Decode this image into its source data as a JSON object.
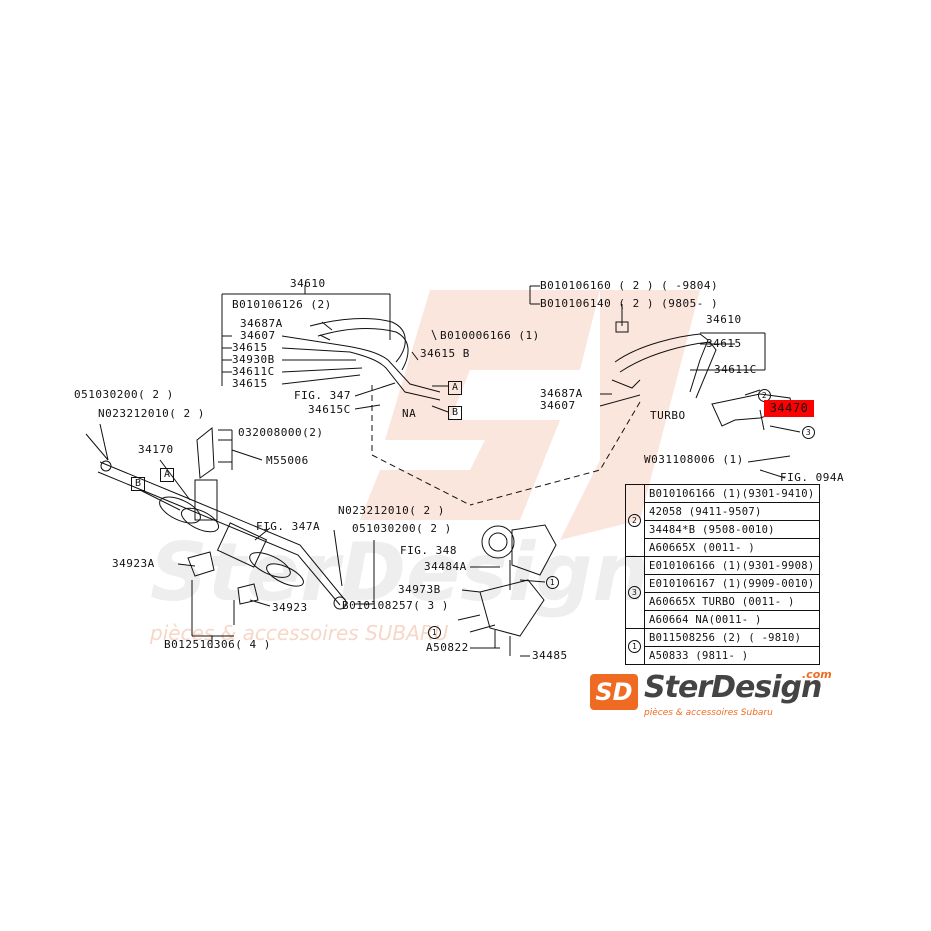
{
  "labels": {
    "p34610_left": "34610",
    "b010106126": "B010106126 (2)",
    "p34687A_l": "34687A",
    "p34607_l": "34607",
    "p34615_l1": "34615",
    "p34930B": "34930B",
    "p34611C_l": "34611C",
    "p34615_l2": "34615",
    "b010006166": "B010006166 (1)",
    "p34615B": "34615 B",
    "fig347": "FIG. 347",
    "p34615C": "34615C",
    "na": "NA",
    "b010106160": "B010106160 ( 2 ) (   -9804)",
    "b010106140": "B010106140 ( 2 ) (9805-   )",
    "p34610_right": "34610",
    "p34615_r": "34615",
    "p34611C_r": "34611C",
    "p34687A_r": "34687A",
    "p34607_r": "34607",
    "turbo": "TURBO",
    "p34470": "34470",
    "w031108006": "W031108006 (1)",
    "fig094A": "FIG. 094A",
    "p051030200_top": "051030200( 2 )",
    "n023212010_top": "N023212010( 2 )",
    "p34170": "34170",
    "p032008000": "032008000(2)",
    "m55006": "M55006",
    "fig347A": "FIG. 347A",
    "n023212010_mid": "N023212010( 2 )",
    "p051030200_mid": "051030200( 2 )",
    "fig348": "FIG. 348",
    "p34484A": "34484A",
    "p34923A": "34923A",
    "p34973B": "34973B",
    "b010108257": "B010108257( 3 )",
    "p34923": "34923",
    "b012510306": "B012510306( 4 )",
    "a50822": "A50822",
    "p34485": "34485"
  },
  "box_letters": {
    "a": "A",
    "b": "B"
  },
  "circle_numbers": {
    "one": "1",
    "two": "2",
    "three": "3"
  },
  "legend": [
    {
      "group": "2",
      "rows": [
        "B010106166 (1)(9301-9410)",
        "42058 (9411-9507)",
        "34484*B (9508-0010)",
        "A60665X (0011-     )"
      ]
    },
    {
      "group": "3",
      "rows": [
        "E010106166 (1)(9301-9908)",
        "E010106167 (1)(9909-0010)",
        "A60665X TURBO (0011-     )",
        "A60664  NA(0011-     )"
      ]
    },
    {
      "group": "1",
      "rows": [
        "B011508256 (2) (     -9810)",
        "A50833 (9811-     )"
      ]
    }
  ],
  "logo": {
    "mark": "SD",
    "name": "SterDesign",
    "domain": ".com",
    "tagline": "pièces & accessoires Subaru"
  },
  "colors": {
    "highlight": "#ff0000",
    "brand": "#ef6b23",
    "watermark": "#f6c9b8",
    "ink": "#111111"
  }
}
